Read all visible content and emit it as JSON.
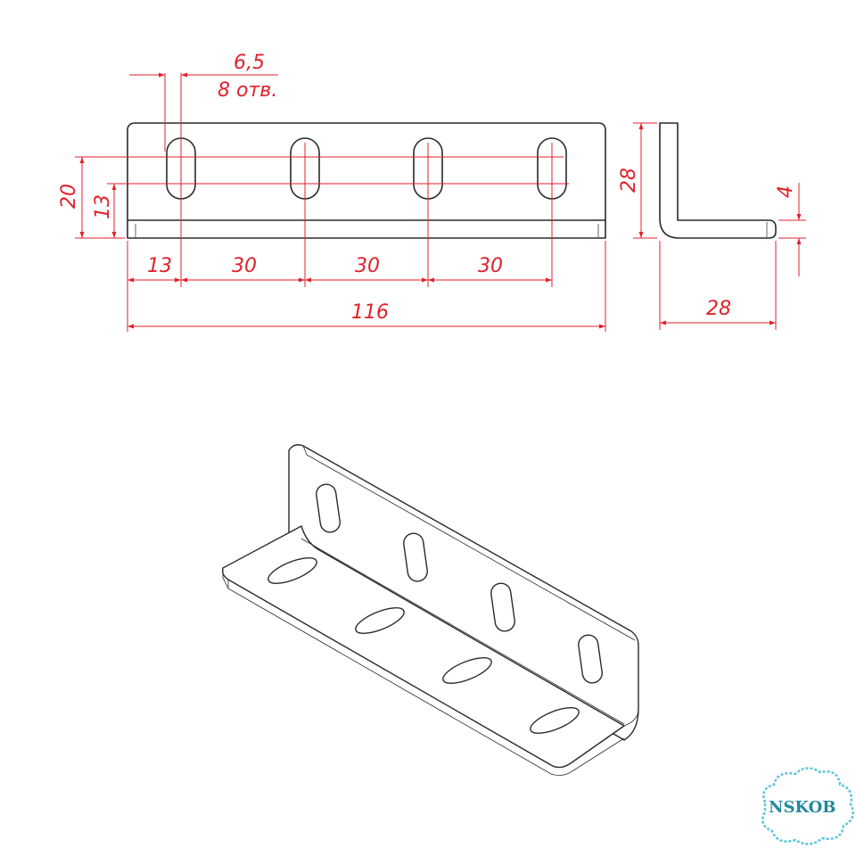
{
  "dimensions": {
    "hole_width": "6,5",
    "hole_count": "8 отв.",
    "height_20": "20",
    "height_13": "13",
    "edge_13": "13",
    "pitch_1": "30",
    "pitch_2": "30",
    "pitch_3": "30",
    "overall_length": "116",
    "side_height": "28",
    "side_thickness": "4",
    "side_width": "28"
  },
  "logo": {
    "text": "NSKOB"
  },
  "colors": {
    "dimension": "#e0212b",
    "outline": "#2a2a2a",
    "logo": "#1f8a9c"
  }
}
